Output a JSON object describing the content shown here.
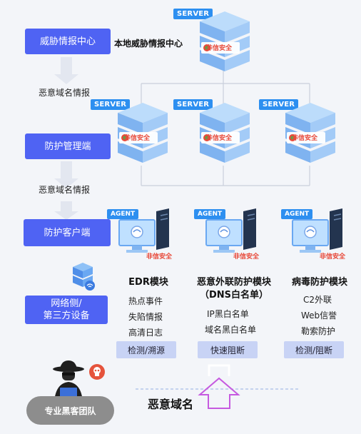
{
  "tiers": {
    "threat_intel_center": "威胁情报中心",
    "protection_mgmt": "防护管理端",
    "protection_client": "防护客户端",
    "network_side": "网络侧/\n第三方设备"
  },
  "local_center_label": "本地威胁情报中心",
  "flow_labels": [
    "恶意域名情报",
    "恶意域名情报"
  ],
  "server_tag": "SERVER",
  "agent_tag": "AGENT",
  "logo_text": "非信安全",
  "modules": [
    {
      "title": "EDR模块",
      "items": [
        "热点事件",
        "失陷情报",
        "高清日志"
      ],
      "pill": "检测/溯源"
    },
    {
      "title": "恶意外联防护模块\n（DNS白名单）",
      "items": [
        "IP黑白名单",
        "域名黑白名单"
      ],
      "pill": "快速阻断"
    },
    {
      "title": "病毒防护模块",
      "items": [
        "C2外联",
        "Web信誉",
        "勒索防护"
      ],
      "pill": "检测/阻断"
    }
  ],
  "hacker_label": "专业黑客团队",
  "malicious_domain": "恶意域名",
  "colors": {
    "accent": "#4f63f3",
    "tag": "#2d8ff0",
    "pill": "#c8d3f5",
    "arrow": "#c65ae0"
  }
}
